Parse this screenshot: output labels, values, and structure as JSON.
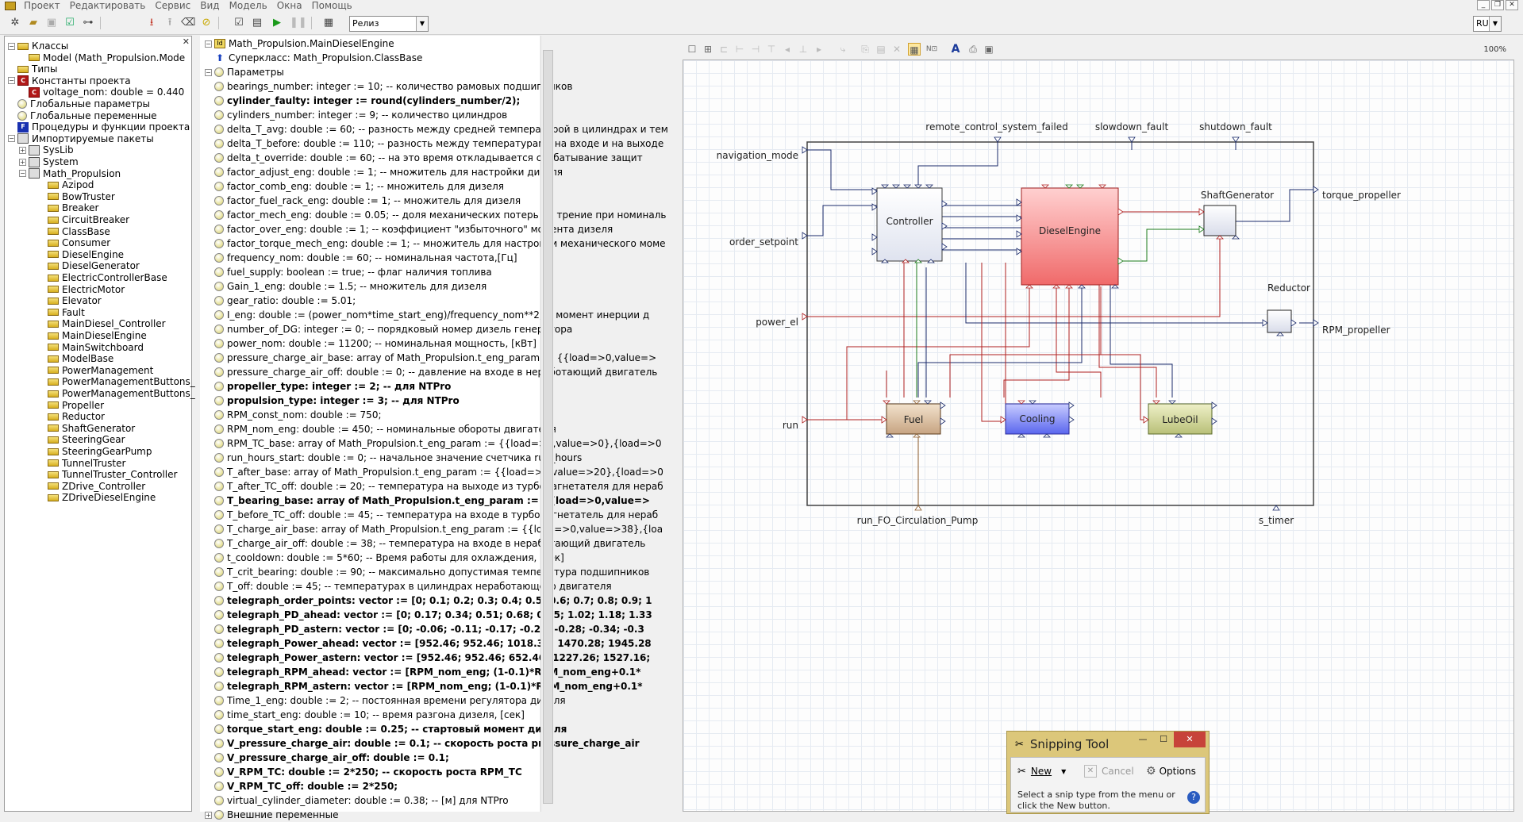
{
  "menu": [
    "Проект",
    "Редактировать",
    "Сервис",
    "Вид",
    "Модель",
    "Окна",
    "Помощь"
  ],
  "toolbar": {
    "config_combo": "Релиз",
    "lang_combo": "RU"
  },
  "zoom": "100%",
  "tree": [
    {
      "label": "Классы",
      "icon": "class",
      "level": 0,
      "exp": "−"
    },
    {
      "label": "Model (Math_Propulsion.Mode",
      "icon": "class",
      "level": 1,
      "exp": ""
    },
    {
      "label": "Типы",
      "icon": "class",
      "level": 0,
      "exp": ""
    },
    {
      "label": "Константы проекта",
      "icon": "const",
      "level": 0,
      "exp": "−"
    },
    {
      "label": "voltage_nom: double = 0.440",
      "icon": "const",
      "level": 1,
      "exp": ""
    },
    {
      "label": "Глобальные параметры",
      "icon": "param",
      "level": 0,
      "exp": ""
    },
    {
      "label": "Глобальные переменные",
      "icon": "param",
      "level": 0,
      "exp": ""
    },
    {
      "label": "Процедуры и функции проекта",
      "icon": "proc",
      "level": 0,
      "exp": ""
    },
    {
      "label": "Импортируемые пакеты",
      "icon": "pkg",
      "level": 0,
      "exp": "−"
    },
    {
      "label": "SysLib",
      "icon": "pkg",
      "level": 1,
      "exp": "+"
    },
    {
      "label": "System",
      "icon": "pkg",
      "level": 1,
      "exp": "+"
    },
    {
      "label": "Math_Propulsion",
      "icon": "pkg",
      "level": 1,
      "exp": "−"
    },
    {
      "label": "Azipod",
      "icon": "class",
      "level": 2,
      "exp": ""
    },
    {
      "label": "BowTruster",
      "icon": "class",
      "level": 2,
      "exp": ""
    },
    {
      "label": "Breaker",
      "icon": "class",
      "level": 2,
      "exp": ""
    },
    {
      "label": "CircuitBreaker",
      "icon": "class",
      "level": 2,
      "exp": ""
    },
    {
      "label": "ClassBase",
      "icon": "class",
      "level": 2,
      "exp": ""
    },
    {
      "label": "Consumer",
      "icon": "class",
      "level": 2,
      "exp": ""
    },
    {
      "label": "DieselEngine",
      "icon": "class",
      "level": 2,
      "exp": ""
    },
    {
      "label": "DieselGenerator",
      "icon": "class",
      "level": 2,
      "exp": ""
    },
    {
      "label": "ElectricControllerBase",
      "icon": "class",
      "level": 2,
      "exp": ""
    },
    {
      "label": "ElectricMotor",
      "icon": "class",
      "level": 2,
      "exp": ""
    },
    {
      "label": "Elevator",
      "icon": "class",
      "level": 2,
      "exp": ""
    },
    {
      "label": "Fault",
      "icon": "class",
      "level": 2,
      "exp": ""
    },
    {
      "label": "MainDiesel_Controller",
      "icon": "class",
      "level": 2,
      "exp": ""
    },
    {
      "label": "MainDieselEngine",
      "icon": "class",
      "level": 2,
      "exp": ""
    },
    {
      "label": "MainSwitchboard",
      "icon": "class",
      "level": 2,
      "exp": ""
    },
    {
      "label": "ModelBase",
      "icon": "class",
      "level": 2,
      "exp": ""
    },
    {
      "label": "PowerManagement",
      "icon": "class",
      "level": 2,
      "exp": ""
    },
    {
      "label": "PowerManagementButtons_",
      "icon": "class",
      "level": 2,
      "exp": ""
    },
    {
      "label": "PowerManagementButtons_",
      "icon": "class",
      "level": 2,
      "exp": ""
    },
    {
      "label": "Propeller",
      "icon": "class",
      "level": 2,
      "exp": ""
    },
    {
      "label": "Reductor",
      "icon": "class",
      "level": 2,
      "exp": ""
    },
    {
      "label": "ShaftGenerator",
      "icon": "class",
      "level": 2,
      "exp": ""
    },
    {
      "label": "SteeringGear",
      "icon": "class",
      "level": 2,
      "exp": ""
    },
    {
      "label": "SteeringGearPump",
      "icon": "class",
      "level": 2,
      "exp": ""
    },
    {
      "label": "TunnelTruster",
      "icon": "class",
      "level": 2,
      "exp": ""
    },
    {
      "label": "TunnelTruster_Controller",
      "icon": "class",
      "level": 2,
      "exp": ""
    },
    {
      "label": "ZDrive_Controller",
      "icon": "class",
      "level": 2,
      "exp": ""
    },
    {
      "label": "ZDriveDieselEngine",
      "icon": "class",
      "level": 2,
      "exp": ""
    }
  ],
  "params_header": {
    "class_name": "Math_Propulsion.MainDieselEngine",
    "superclass": "Суперкласс: Math_Propulsion.ClassBase",
    "params_label": "Параметры"
  },
  "params": [
    {
      "t": "bearings_number: integer := 10; -- количество рамовых подшипников",
      "b": false
    },
    {
      "t": "cylinder_faulty: integer := round(cylinders_number/2);",
      "b": true
    },
    {
      "t": "cylinders_number: integer := 9; -- количество цилиндров",
      "b": false
    },
    {
      "t": "delta_T_avg: double := 60; -- разность между средней температурой в цилиндрах и тем",
      "b": false
    },
    {
      "t": "delta_T_before: double := 110; -- разность между температурами на входе и на выходе",
      "b": false
    },
    {
      "t": "delta_t_override: double := 60; -- на это время откладывается срабатывание защит",
      "b": false
    },
    {
      "t": "factor_adjust_eng: double := 1; -- множитель для настройки дизеля",
      "b": false
    },
    {
      "t": "factor_comb_eng: double := 1; -- множитель для дизеля",
      "b": false
    },
    {
      "t": "factor_fuel_rack_eng: double := 1; -- множитель для дизеля",
      "b": false
    },
    {
      "t": "factor_mech_eng: double := 0.05; -- доля механических потерь на трение при номиналь",
      "b": false
    },
    {
      "t": "factor_over_eng: double := 1; -- коэффициент \"избыточного\" момента дизеля",
      "b": false
    },
    {
      "t": "factor_torque_mech_eng: double := 1; -- множитель для настройки механического моме",
      "b": false
    },
    {
      "t": "frequency_nom: double := 60; -- номинальная частота,[Гц]",
      "b": false
    },
    {
      "t": "fuel_supply: boolean := true; -- флаг наличия топлива",
      "b": false
    },
    {
      "t": "Gain_1_eng: double := 1.5; -- множитель для дизеля",
      "b": false
    },
    {
      "t": "gear_ratio: double := 5.01;",
      "b": false
    },
    {
      "t": "I_eng: double := (power_nom*time_start_eng)/frequency_nom**2; -- момент инерции д",
      "b": false
    },
    {
      "t": "number_of_DG: integer := 0; -- порядковый номер дизель генератора",
      "b": false
    },
    {
      "t": "power_nom: double := 11200; -- номинальная мощность, [кВт]",
      "b": false
    },
    {
      "t": "pressure_charge_air_base: array of Math_Propulsion.t_eng_param := {{load=>0,value=>",
      "b": false
    },
    {
      "t": "pressure_charge_air_off: double := 0; -- давление на входе в неработающий двигатель",
      "b": false
    },
    {
      "t": "propeller_type: integer := 2; -- для NTPro",
      "b": true
    },
    {
      "t": "propulsion_type: integer := 3; -- для NTPro",
      "b": true
    },
    {
      "t": "RPM_const_nom: double := 750;",
      "b": false
    },
    {
      "t": "RPM_nom_eng: double := 450; -- номинальные обороты двигателя",
      "b": false
    },
    {
      "t": "RPM_TC_base: array of Math_Propulsion.t_eng_param := {{load=>0,value=>0},{load=>0",
      "b": false
    },
    {
      "t": "run_hours_start: double := 0; -- начальное значение счетчика run_hours",
      "b": false
    },
    {
      "t": "T_after_base: array of Math_Propulsion.t_eng_param := {{load=>0,value=>20},{load=>0",
      "b": false
    },
    {
      "t": "T_after_TC_off: double := 20; -- температура на выходе из турбонагнетателя для нераб",
      "b": false
    },
    {
      "t": "T_bearing_base: array of Math_Propulsion.t_eng_param := {{load=>0,value=>",
      "b": true
    },
    {
      "t": "T_before_TC_off: double := 45; -- температура на входе в турбонагнетатель для нераб",
      "b": false
    },
    {
      "t": "T_charge_air_base: array of Math_Propulsion.t_eng_param := {{load=>0,value=>38},{loa",
      "b": false
    },
    {
      "t": "T_charge_air_off: double := 38; -- температура на входе в неработающий двигатель",
      "b": false
    },
    {
      "t": "t_cooldown: double := 5*60; -- Время работы для охлаждения, [сек]",
      "b": false
    },
    {
      "t": "T_crit_bearing: double := 90; -- максимально допустимая температура подшипников",
      "b": false
    },
    {
      "t": "T_off: double := 45; -- температурах в цилиндрах неработающего двигателя",
      "b": false
    },
    {
      "t": "telegraph_order_points: vector := [0; 0.1; 0.2; 0.3; 0.4; 0.5; 0.6; 0.7; 0.8; 0.9; 1",
      "b": true
    },
    {
      "t": "telegraph_PD_ahead: vector := [0; 0.17; 0.34; 0.51; 0.68; 0.85; 1.02; 1.18; 1.33",
      "b": true
    },
    {
      "t": "telegraph_PD_astern: vector := [0; -0.06; -0.11; -0.17; -0.22; -0.28; -0.34; -0.3",
      "b": true
    },
    {
      "t": "telegraph_Power_ahead: vector := [952.46; 952.46; 1018.31; 1470.28; 1945.28",
      "b": true
    },
    {
      "t": "telegraph_Power_astern: vector := [952.46; 952.46; 652.46; 1227.26; 1527.16;",
      "b": true
    },
    {
      "t": "telegraph_RPM_ahead: vector := [RPM_nom_eng; (1-0.1)*RPM_nom_eng+0.1*",
      "b": true
    },
    {
      "t": "telegraph_RPM_astern: vector := [RPM_nom_eng; (1-0.1)*RPM_nom_eng+0.1*",
      "b": true
    },
    {
      "t": "Time_1_eng: double := 2; -- постоянная времени регулятора дизеля",
      "b": false
    },
    {
      "t": "time_start_eng: double := 10; -- время разгона дизеля, [сек]",
      "b": false
    },
    {
      "t": "torque_start_eng: double := 0.25; -- стартовый момент дизеля",
      "b": true
    },
    {
      "t": "V_pressure_charge_air: double := 0.1; -- скорость роста pressure_charge_air",
      "b": true
    },
    {
      "t": "V_pressure_charge_air_off: double := 0.1;",
      "b": true
    },
    {
      "t": "V_RPM_TC: double := 2*250; -- скорость роста RPM_TC",
      "b": true
    },
    {
      "t": "V_RPM_TC_off: double := 2*250;",
      "b": true
    },
    {
      "t": "virtual_cylinder_diameter: double := 0.38; -- [м] для NTPro",
      "b": false
    },
    {
      "t": "Внешние переменные",
      "b": false
    }
  ],
  "diagram": {
    "blocks": {
      "controller": "Controller",
      "diesel": "DieselEngine",
      "shaftgen": "ShaftGenerator",
      "reductor": "Reductor",
      "fuel": "Fuel",
      "cooling": "Cooling",
      "lubeoil": "LubeOil"
    },
    "ports": {
      "navigation_mode": "navigation_mode",
      "order_setpoint": "order_setpoint",
      "power_el": "power_el",
      "run": "run",
      "remote": "remote_control_system_failed",
      "slowdown": "slowdown_fault",
      "shutdown": "shutdown_fault",
      "torque": "torque_propeller",
      "rpm": "RPM_propeller",
      "fo_pump": "run_FO_Circulation_Pump",
      "s_timer": "s_timer"
    }
  },
  "snipping": {
    "title": "Snipping Tool",
    "new": "New",
    "cancel": "Cancel",
    "options": "Options",
    "message": "Select a snip type from the menu or click the New button."
  }
}
